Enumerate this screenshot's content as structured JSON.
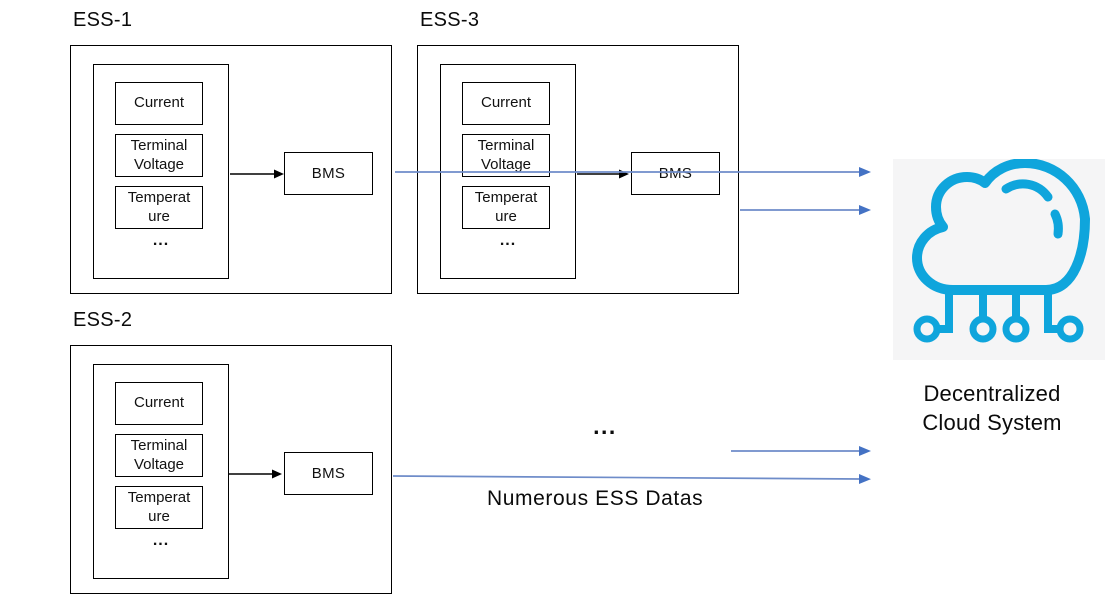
{
  "units": [
    {
      "label": "ESS-1",
      "signals": [
        "Current",
        "Terminal Voltage",
        "Temperature",
        "..."
      ],
      "controller": "BMS"
    },
    {
      "label": "ESS-3",
      "signals": [
        "Current",
        "Terminal Voltage",
        "Temperature",
        "..."
      ],
      "controller": "BMS"
    },
    {
      "label": "ESS-2",
      "signals": [
        "Current",
        "Terminal Voltage",
        "Temperature",
        "..."
      ],
      "controller": "BMS"
    }
  ],
  "flow": {
    "ellipsis": "...",
    "label": "Numerous ESS Datas"
  },
  "cloud": {
    "icon": "cloud-network-icon",
    "caption_line1": "Decentralized",
    "caption_line2": "Cloud System"
  },
  "colors": {
    "arrow_blue": "#4472C4",
    "arrow_blue_line": "#6E8CC9",
    "arrow_black": "#000000",
    "box_border": "#000000",
    "cloud_stroke": "#0FA5DC",
    "cloud_tile_bg": "#F5F5F6"
  }
}
